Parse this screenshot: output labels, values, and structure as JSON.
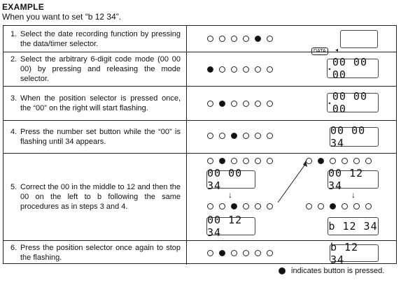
{
  "heading": "EXAMPLE",
  "subheading": "When you want to set “b 12 34”.",
  "steps": [
    {
      "num": "1.",
      "text": "Select the date recording function by pressing the data/timer selector."
    },
    {
      "num": "2.",
      "text": "Select the arbitrary 6-digit code mode (00 00 00) by pressing and releasing the mode selector."
    },
    {
      "num": "3.",
      "text": "When the position selector is pressed once, the “00” on the right will start flashing."
    },
    {
      "num": "4.",
      "text": "Press the number set button while the “00” is flashing until 34 appears."
    },
    {
      "num": "5.",
      "text": "Correct the 00 in the middle to 12 and then the 00 on the left to b following the same procedures as in steps 3 and 4."
    },
    {
      "num": "6.",
      "text": "Press the position selector once again to stop the flashing."
    }
  ],
  "displays": {
    "step1_button": "DATA",
    "step2": "00 00 00",
    "step3": "00 00 00",
    "step4": "00 00 34",
    "step5a": "00 00 34",
    "step5b": "00 12 34",
    "step5c": "00 12 34",
    "step5d": "b 12 34",
    "step6": "b 12 34"
  },
  "pressed_dot_index": {
    "step1": 4,
    "step2": 0,
    "step3": 1,
    "step4": 2,
    "step5a": 1,
    "step5b": 2,
    "step5c": 1,
    "step5d": 2,
    "step6": 1
  },
  "legend": "indicates button is pressed."
}
